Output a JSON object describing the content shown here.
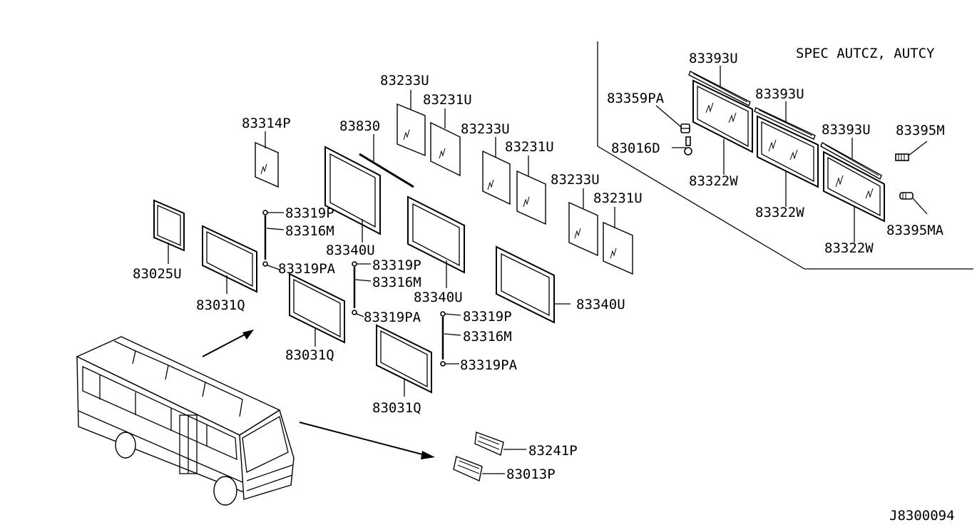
{
  "spec_note": "SPEC AUTCZ, AUTCY",
  "diagram_id": "J8300094",
  "parts": {
    "p83393u_a": "83393U",
    "p83393u_b": "83393U",
    "p83393u_c": "83393U",
    "p83359pa": "83359PA",
    "p83016d": "83016D",
    "p83322w_a": "83322W",
    "p83322w_b": "83322W",
    "p83322w_c": "83322W",
    "p83395m": "83395M",
    "p83395ma": "83395MA",
    "p83233u_a": "83233U",
    "p83231u_a": "83231U",
    "p83233u_b": "83233U",
    "p83231u_b": "83231U",
    "p83233u_c": "83233U",
    "p83231u_c": "83231U",
    "p83830": "83830",
    "p83314p": "83314P",
    "p83319p_a": "83319P",
    "p83316m_a": "83316M",
    "p83319pa_a": "83319PA",
    "p83340u_a": "83340U",
    "p83319p_b": "83319P",
    "p83316m_b": "83316M",
    "p83319pa_b": "83319PA",
    "p83340u_b": "83340U",
    "p83319p_c": "83319P",
    "p83316m_c": "83316M",
    "p83319pa_c": "83319PA",
    "p83340u_c": "83340U",
    "p83025u": "83025U",
    "p83031q_a": "83031Q",
    "p83031q_b": "83031Q",
    "p83031q_c": "83031Q",
    "p83241p": "83241P",
    "p83013p": "83013P"
  }
}
